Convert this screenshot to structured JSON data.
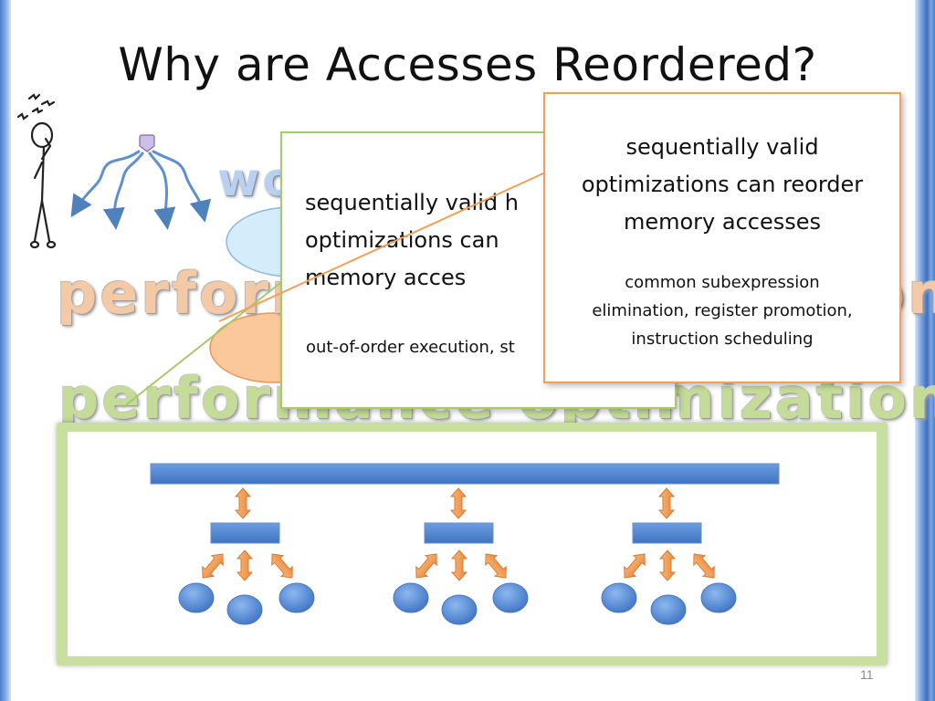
{
  "slide": {
    "title": "Why are Accesses Reordered?",
    "page_number": "11"
  },
  "background_words": {
    "wo_fragment": "wo",
    "orange_word": "performance optimization",
    "green_word": "performance optimization"
  },
  "callouts": {
    "green": {
      "title": "sequentially valid h\noptimizations can\nmemory acces",
      "sub": "out-of-order execution, st"
    },
    "orange": {
      "title": "sequentially valid\noptimizations can reorder\nmemory accesses",
      "sub": "common subexpression\nelimination, register promotion,\ninstruction scheduling"
    }
  },
  "colors": {
    "accent_blue": "#4f81bd",
    "orange": "#f2a057",
    "green": "#a6c96a",
    "light_blue": "#cfe8f8",
    "light_orange": "#fbc89c"
  },
  "icons": [
    "thinking-person-icon",
    "program-root-icon",
    "squiggly-arrows-icon"
  ]
}
